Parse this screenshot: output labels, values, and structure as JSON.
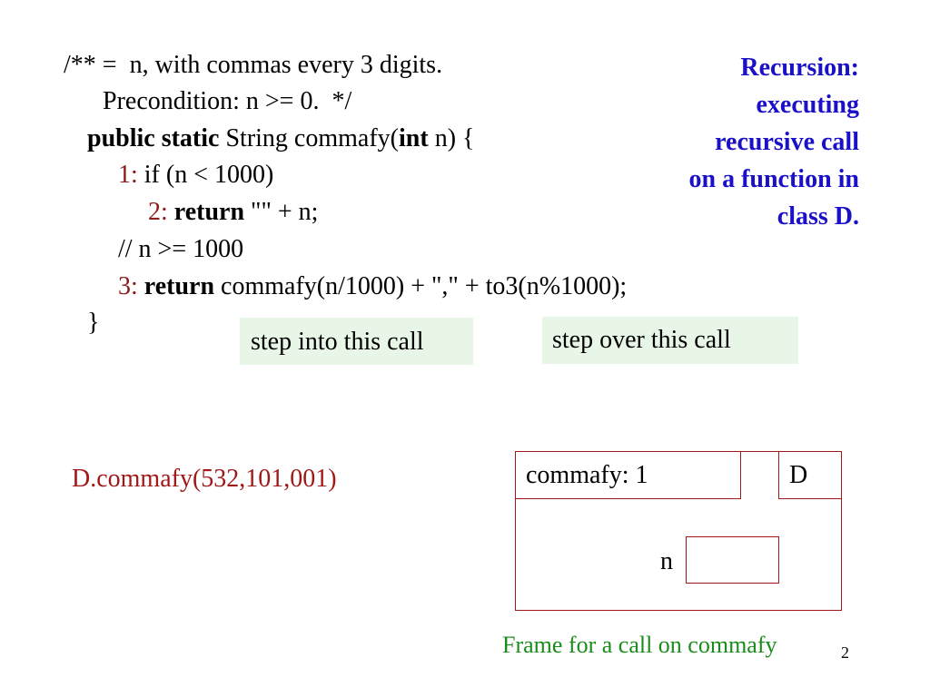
{
  "title": {
    "lines": [
      "Recursion:",
      "executing",
      "recursive call",
      "on a function in",
      "class D."
    ]
  },
  "code": {
    "line1": "/** =  n, with commas every 3 digits.",
    "line2": "Precondition: n >= 0.  */",
    "line3": {
      "kw1": "public",
      "kw2": "static",
      "text1": " String commafy(",
      "kw3": "int",
      "text2": " n) {"
    },
    "line4": {
      "num": "1:",
      "text": " if (n < 1000)"
    },
    "line5": {
      "num": "2:",
      "kw": "return",
      "text": " \"\" + n;"
    },
    "line6": "// n >= 1000",
    "line7": {
      "num": "3:",
      "kw": "return",
      "text": " commafy(n/1000) + \",\" + to3(n%1000);"
    },
    "line8": "}"
  },
  "buttons": {
    "step_into": "step into this call",
    "step_over": "step over this call"
  },
  "call_expr": "D.commafy(532,101,001)",
  "frame": {
    "name": "commafy: 1",
    "scope": "D",
    "var_name": "n",
    "var_value": "",
    "caption": "Frame for a call on commafy"
  },
  "page_number": "2",
  "colors": {
    "title": "#1a10c8",
    "line_numbers": "#8b1a1a",
    "call_and_frame": "#a01818",
    "caption": "#1a8c1a",
    "button_fill": "#e8f6e8"
  }
}
